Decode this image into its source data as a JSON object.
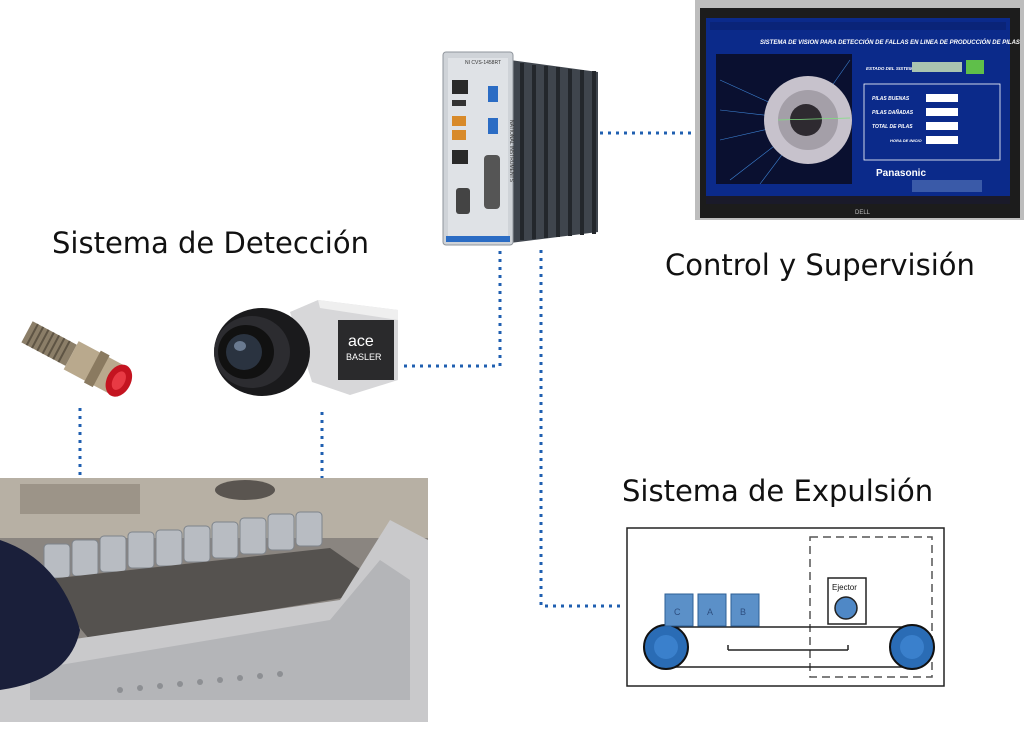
{
  "labels": {
    "deteccion": "Sistema de Detección",
    "control": "Control y Supervisión",
    "expulsion": "Sistema de Expulsión"
  },
  "controller": {
    "brand": "NATIONAL INSTRUMENTS",
    "model": "NI CVS-1458RT"
  },
  "camera": {
    "brand_top": "ace",
    "brand_bottom": "BASLER"
  },
  "monitor": {
    "title": "SISTEMA DE VISION PARA DETECCIÓN DE FALLAS EN LINEA DE PRODUCCIÓN DE PILAS",
    "estado_label": "ESTADO DEL SISTEMA",
    "pilas_buenas": "PILAS BUENAS",
    "pilas_danadas": "PILAS DAÑADAS",
    "total_pilas": "TOTAL DE PILAS",
    "hora_inicio": "HORA DE INICIO",
    "brand": "Panasonic",
    "bezel_brand": "DELL"
  },
  "expulsion": {
    "boxes": [
      "C",
      "A",
      "B"
    ],
    "ejector_label": "Ejector"
  },
  "colors": {
    "connector": "#1f5fb0",
    "box_fill": "#5b90c8",
    "roller": "#2a6cb5",
    "screen_bg": "#0b2a8a"
  }
}
